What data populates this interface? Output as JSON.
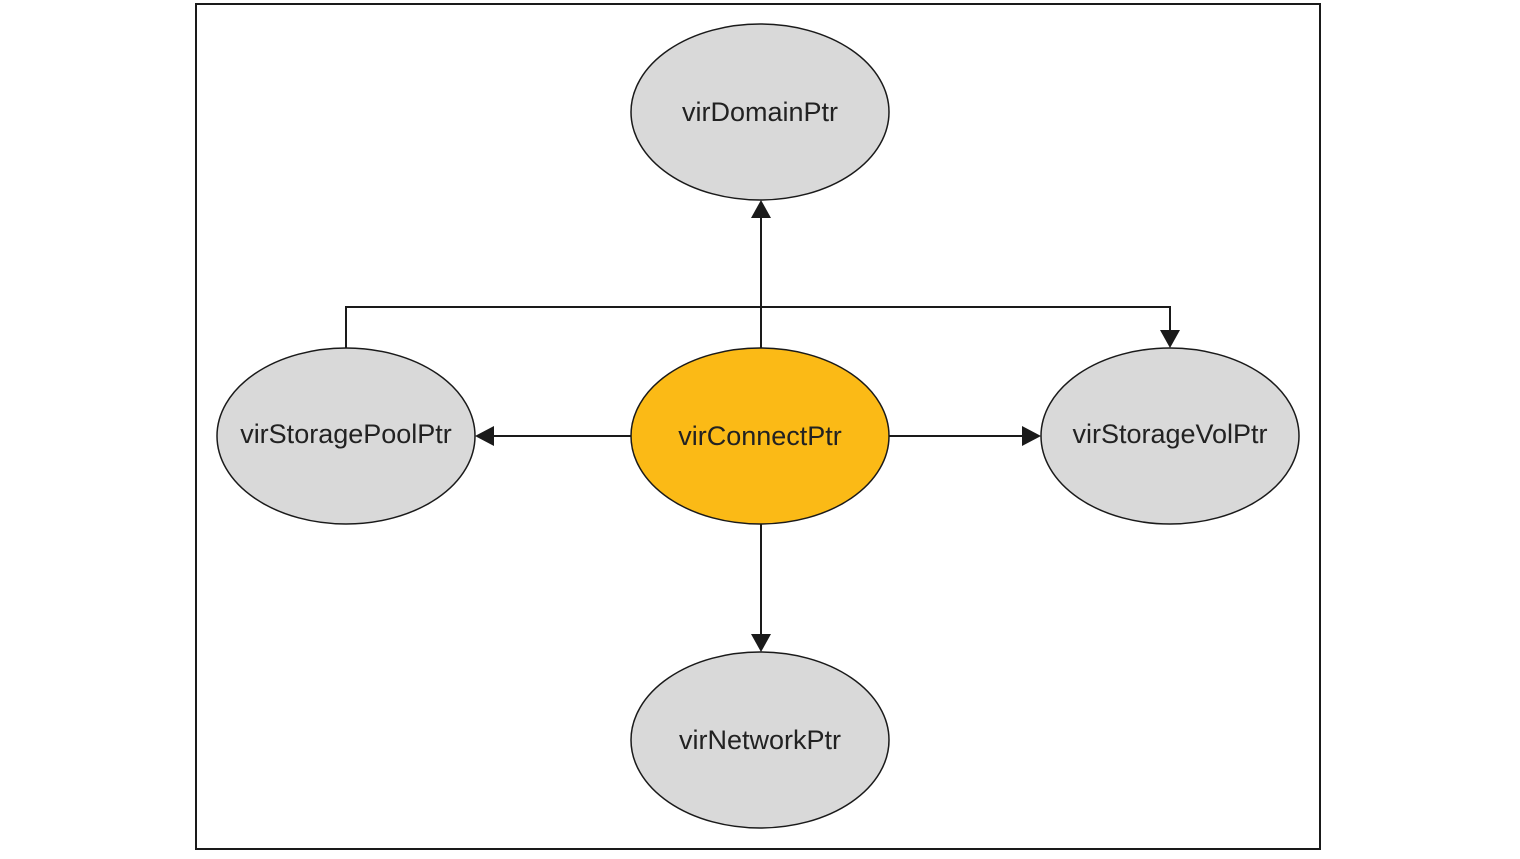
{
  "colors": {
    "hub_fill": "#FBBA16",
    "node_fill": "#D9D9D9",
    "stroke": "#1a1a1a",
    "frame": "#1a1a1a"
  },
  "nodes": {
    "connect": {
      "label": "virConnectPtr",
      "role": "hub"
    },
    "domain": {
      "label": "virDomainPtr",
      "role": "node"
    },
    "storage_pool": {
      "label": "virStoragePoolPtr",
      "role": "node"
    },
    "storage_vol": {
      "label": "virStorageVolPtr",
      "role": "node"
    },
    "network": {
      "label": "virNetworkPtr",
      "role": "node"
    }
  },
  "edges": [
    {
      "from": "connect",
      "to": "domain"
    },
    {
      "from": "connect",
      "to": "storage_pool"
    },
    {
      "from": "connect",
      "to": "storage_vol"
    },
    {
      "from": "connect",
      "to": "network"
    },
    {
      "from": "storage_pool",
      "to": "storage_vol"
    }
  ]
}
